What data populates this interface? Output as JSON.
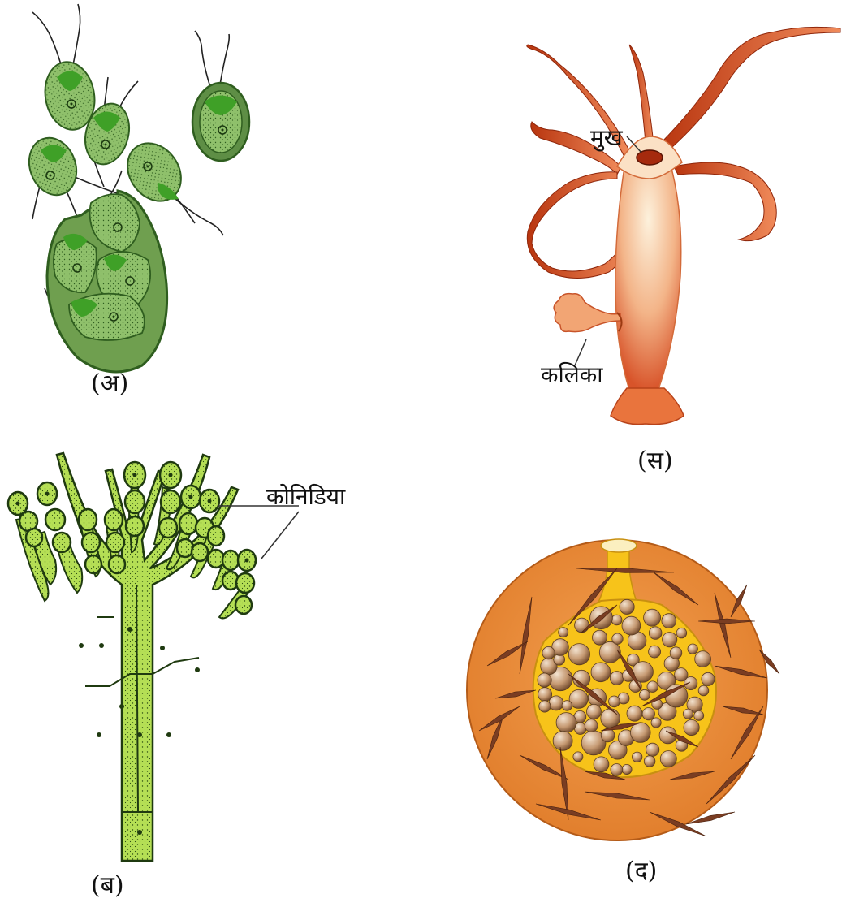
{
  "panels": {
    "a": {
      "caption": "(अ)"
    },
    "b": {
      "caption": "(ब)",
      "label_conidia": "कोनिडिया"
    },
    "c": {
      "caption": "(स)",
      "label_mouth": "मुख",
      "label_bud": "कलिका"
    },
    "d": {
      "caption": "(द)"
    }
  },
  "colors": {
    "algae_fill": "#8fc06b",
    "algae_dark": "#2f5e1f",
    "algae_sporangium": "#6f9f4f",
    "hydra_light": "#fbe6c8",
    "hydra_mid": "#f0a878",
    "hydra_dark": "#c8401a",
    "fungus_fill": "#b5df55",
    "fungus_dark": "#1f3a10",
    "sponge_outer": "#e88a38",
    "sponge_inner": "#f7c31a",
    "sponge_ball": "#c9a07a",
    "spicule": "#7a3d22"
  }
}
